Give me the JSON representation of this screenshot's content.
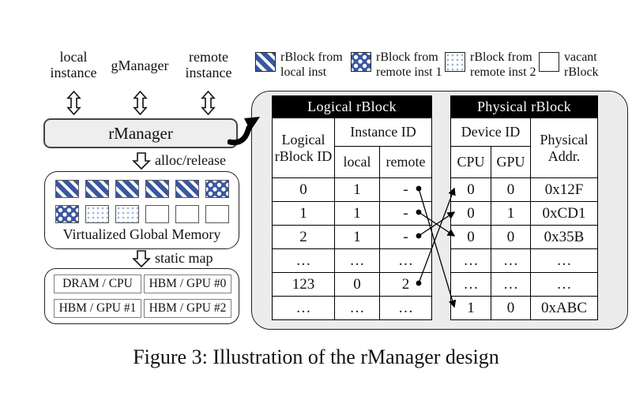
{
  "left_panel": {
    "endpoints": [
      "local instance",
      "gManager",
      "remote instance"
    ],
    "rmanager_label": "rManager",
    "alloc_label": "alloc/release",
    "memory": {
      "label": "Virtualized Global Memory",
      "blocks": [
        "local",
        "local",
        "local",
        "local",
        "local",
        "remote1",
        "remote1",
        "remote2",
        "remote2",
        "vacant",
        "vacant",
        "vacant"
      ]
    },
    "static_map_label": "static map",
    "devices": [
      "DRAM / CPU",
      "HBM / GPU #0",
      "HBM / GPU #1",
      "HBM / GPU #2"
    ]
  },
  "legend": {
    "items": [
      {
        "pattern": "local",
        "label": "rBlock from local inst"
      },
      {
        "pattern": "remote1",
        "label": "rBlock from remote inst 1"
      },
      {
        "pattern": "remote2",
        "label": "rBlock from remote inst 2"
      },
      {
        "pattern": "vacant",
        "label": "vacant rBlock"
      }
    ]
  },
  "tables": {
    "logical": {
      "title": "Logical rBlock",
      "col1_header": "Logical rBlock ID",
      "group_header": "Instance ID",
      "sub_headers": [
        "local",
        "remote"
      ],
      "rows": [
        [
          "0",
          "1",
          "-"
        ],
        [
          "1",
          "1",
          "-"
        ],
        [
          "2",
          "1",
          "-"
        ],
        [
          "…",
          "…",
          "…"
        ],
        [
          "123",
          "0",
          "2"
        ],
        [
          "…",
          "…",
          "…"
        ]
      ]
    },
    "physical": {
      "title": "Physical rBlock",
      "group_header": "Device ID",
      "col3_header": "Physical Addr.",
      "sub_headers": [
        "CPU",
        "GPU"
      ],
      "rows": [
        [
          "0",
          "0",
          "0x12F"
        ],
        [
          "0",
          "1",
          "0xCD1"
        ],
        [
          "0",
          "0",
          "0x35B"
        ],
        [
          "…",
          "…",
          "…"
        ],
        [
          "…",
          "…",
          "…"
        ],
        [
          "1",
          "0",
          "0xABC"
        ]
      ]
    },
    "mappings": [
      [
        0,
        5
      ],
      [
        1,
        2
      ],
      [
        2,
        1
      ],
      [
        4,
        0
      ]
    ]
  },
  "caption": "Figure 3: Illustration of the rManager design",
  "colors": {
    "pattern_blue": "#3a57a0",
    "dot_blue": "#9fb2d8",
    "panel_bg": "#ececec",
    "box_bg": "#eeeeee",
    "header_bg": "#000000",
    "header_text": "#ffffff"
  }
}
